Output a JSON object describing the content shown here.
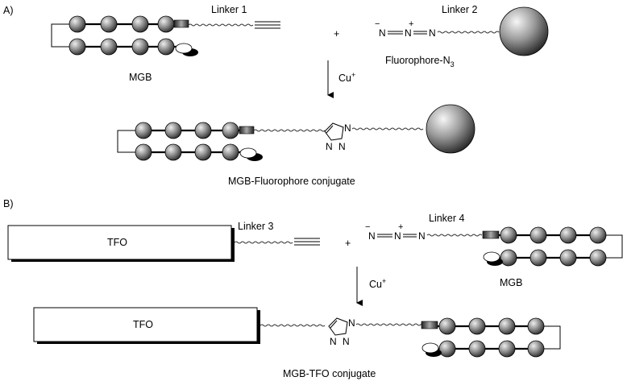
{
  "panels": {
    "a": {
      "label": "A)",
      "linker1": "Linker 1",
      "linker2": "Linker 2",
      "plus": "+",
      "mgb": "MGB",
      "fluor_prefix": "Fluorophore-N",
      "fluor_sub": "3",
      "catalyst": "Cu",
      "catalyst_sup": "+",
      "product": "MGB-Fluorophore conjugate",
      "n_atom": "N",
      "plus_charge": "+",
      "minus_charge": "−"
    },
    "b": {
      "label": "B)",
      "tfo": "TFO",
      "linker3": "Linker 3",
      "linker4": "Linker 4",
      "plus": "+",
      "mgb": "MGB",
      "catalyst": "Cu",
      "catalyst_sup": "+",
      "product_tfo": "TFO",
      "product": "MGB-TFO conjugate",
      "n_atom": "N",
      "plus_charge": "+",
      "minus_charge": "−"
    }
  },
  "colors": {
    "bead_light": "#e6e6e6",
    "bead_dark": "#3c3c3c",
    "sphere_light": "#f4f4f4",
    "sphere_dark": "#2c2c2c"
  },
  "icons": {
    "bead": "grey-sphere",
    "fluorophore": "large-grey-sphere",
    "alkyne": "triple-bond",
    "triazole": "five-membered-ring"
  }
}
